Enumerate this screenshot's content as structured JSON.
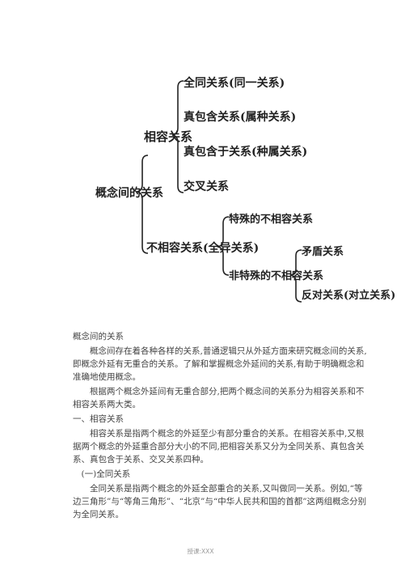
{
  "diagram": {
    "root": "概念间的关系",
    "compatible": "相容关系",
    "identity": "全同关系(同一关系)",
    "true_containing": "真包含关系(属种关系)",
    "true_contained": "真包含于关系(种属关系)",
    "cross": "交叉关系",
    "incompatible": "不相容关系(全异关系)",
    "special_incompatible": "特殊的不相容关系",
    "nonspecial_incompatible": "非特殊的不相容关系",
    "contradiction": "矛盾关系",
    "contrary": "反对关系(对立关系)"
  },
  "body": {
    "title": "概念间的关系",
    "p1": "概念间存在着各种各样的关系,普通逻辑只从外延方面来研究概念间的关系,即概念外延有无重合的关系。了解和掌握概念外延间的关系,有助于明确概念和准确地使用概念。",
    "p2": "根据两个概念外延间有无重合部分,把两个概念间的关系分为相容关系和不相容关系两大类。",
    "h1": "一、相容关系",
    "p3": "相容关系是指两个概念的外延至少有部分重合的关系。在相容关系中,又根据两个概念的外延重合部分大小的不同,把相容关系又分为全同关系、真包含关系、真包含于关系、交叉关系四种。",
    "h2": "(一)全同关系",
    "p4": "全同关系是指两个概念的外延全部重合的关系,又叫做同一关系。例如,“等边三角形”与“等角三角形”、“北京”与“中华人民共和国的首都”这两组概念分别为全同关系。"
  },
  "footer": "授课:XXX"
}
